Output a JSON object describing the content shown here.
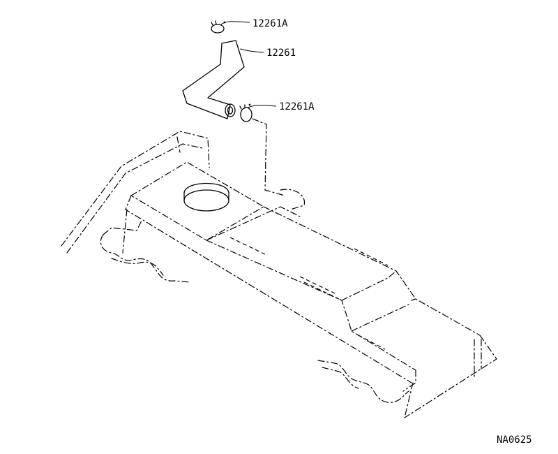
{
  "callouts": {
    "clamp_top": "12261A",
    "hose": "12261",
    "clamp_bottom": "12261A"
  },
  "figure_code": "NA0625",
  "colors": {
    "line": "#000000",
    "background": "#ffffff"
  }
}
